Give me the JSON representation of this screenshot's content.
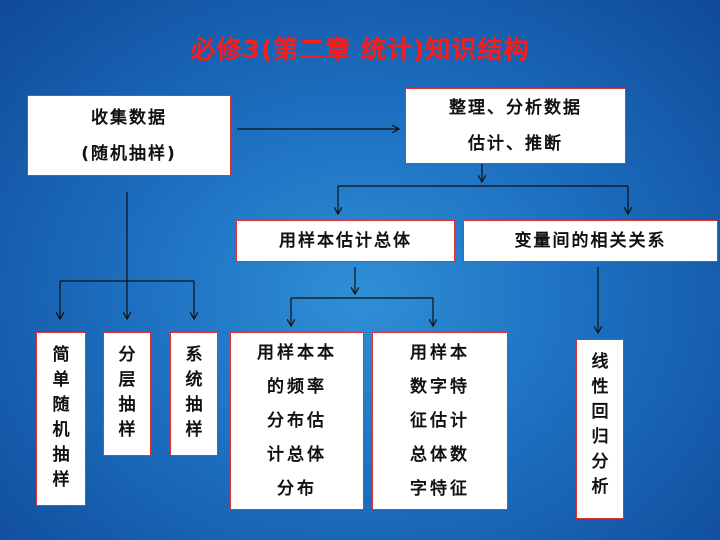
{
  "title": "必修3(第二章 统计)知识结构",
  "nodes": {
    "collect": [
      "收集数据",
      "(随机抽样)"
    ],
    "organize": [
      "整理、分析数据",
      "估计、推断"
    ],
    "estimate_total": "用样本估计总体",
    "correlation": "变量间的相关关系",
    "simple_random": "简单随机抽样",
    "stratified": "分层抽样",
    "systematic": "系统抽样",
    "freq_distribution": [
      "用样本本",
      "的频率",
      "分布估",
      "计总体",
      "分布"
    ],
    "numeric_features": [
      "用样本",
      "数字特",
      "征估计",
      "总体数",
      "字特征"
    ],
    "regression": "线性回归分析"
  }
}
